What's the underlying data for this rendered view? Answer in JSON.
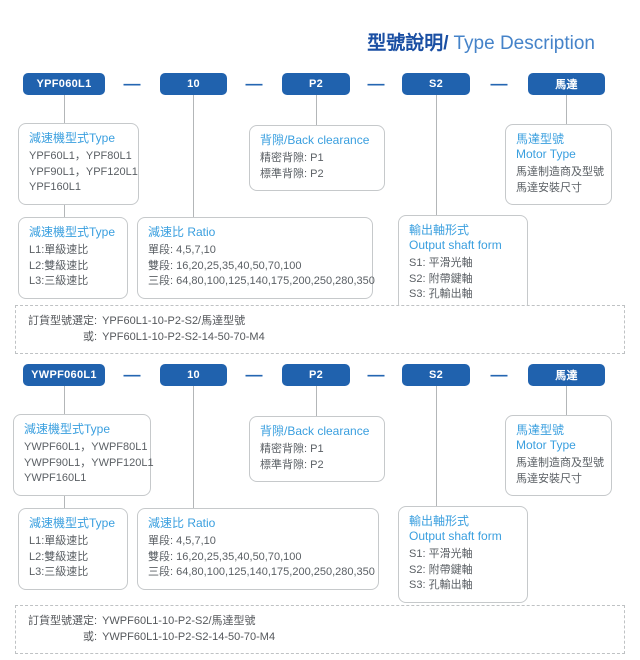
{
  "header": {
    "title_zh": "型號說明/",
    "title_en": "Type Description"
  },
  "colors": {
    "box_blue": "#2062AE",
    "separator_blue": "#2466B2",
    "title_dark": "#1A4FA3",
    "title_light": "#4583C9",
    "callout_title": "#3A9FDF",
    "body_text": "#5B6065",
    "border_gray": "#C6C9CB",
    "connector_gray": "#B3B6B8",
    "note_text": "#54575B"
  },
  "diagrams": [
    {
      "code": [
        "YPF060L1",
        "10",
        "P2",
        "S2",
        "馬達"
      ],
      "separator": "—",
      "callouts": {
        "reducer_type_models": {
          "title": "減速機型式Type",
          "lines": [
            "YPF60L1，YPF80L1",
            "YPF90L1，YPF120L1",
            "YPF160L1"
          ]
        },
        "back_clearance": {
          "title": "背隙/Back clearance",
          "lines": [
            "精密背隙: P1",
            "標準背隙: P2"
          ]
        },
        "motor_type": {
          "title_zh": "馬達型號",
          "title_en": "Motor Type",
          "lines": [
            "馬達制造商及型號",
            "馬達安裝尺寸"
          ]
        },
        "reducer_type_stages": {
          "title": "減速機型式Type",
          "lines": [
            "L1:單級速比",
            "L2:雙級速比",
            "L3:三級速比"
          ]
        },
        "ratio": {
          "title": "減速比 Ratio",
          "lines": [
            "單段: 4,5,7,10",
            "雙段: 16,20,25,35,40,50,70,100",
            "三段: 64,80,100,125,140,175,200,250,280,350"
          ]
        },
        "output_shaft": {
          "title_zh": "輸出軸形式",
          "title_en": "Output shaft form",
          "lines": [
            "S1: 平滑光軸",
            "S2: 附帶鍵軸",
            "S3: 孔輸出軸"
          ]
        }
      },
      "note": {
        "label1": "訂貨型號選定:",
        "value1": "YPF60L1-10-P2-S2/馬達型號",
        "label2": "或:",
        "value2": "YPF60L1-10-P2-S2-14-50-70-M4"
      }
    },
    {
      "code": [
        "YWPF060L1",
        "10",
        "P2",
        "S2",
        "馬達"
      ],
      "separator": "—",
      "callouts": {
        "reducer_type_models": {
          "title": "減速機型式Type",
          "lines": [
            "YWPF60L1，YWPF80L1",
            "YWPF90L1，YWPF120L1",
            "YWPF160L1"
          ]
        },
        "back_clearance": {
          "title": "背隙/Back clearance",
          "lines": [
            "精密背隙: P1",
            "標準背隙: P2"
          ]
        },
        "motor_type": {
          "title_zh": "馬達型號",
          "title_en": "Motor Type",
          "lines": [
            "馬達制造商及型號",
            "馬達安裝尺寸"
          ]
        },
        "reducer_type_stages": {
          "title": "減速機型式Type",
          "lines": [
            "L1:單級速比",
            "L2:雙級速比",
            "L3:三級速比"
          ]
        },
        "ratio": {
          "title": "減速比 Ratio",
          "lines": [
            "單段: 4,5,7,10",
            "雙段: 16,20,25,35,40,50,70,100",
            "三段: 64,80,100,125,140,175,200,250,280,350"
          ]
        },
        "output_shaft": {
          "title_zh": "輸出軸形式",
          "title_en": "Output shaft form",
          "lines": [
            "S1: 平滑光軸",
            "S2: 附帶鍵軸",
            "S3: 孔輸出軸"
          ]
        }
      },
      "note": {
        "label1": "訂貨型號選定:",
        "value1": "YWPF60L1-10-P2-S2/馬達型號",
        "label2": "或:",
        "value2": "YWPF60L1-10-P2-S2-14-50-70-M4"
      }
    }
  ]
}
